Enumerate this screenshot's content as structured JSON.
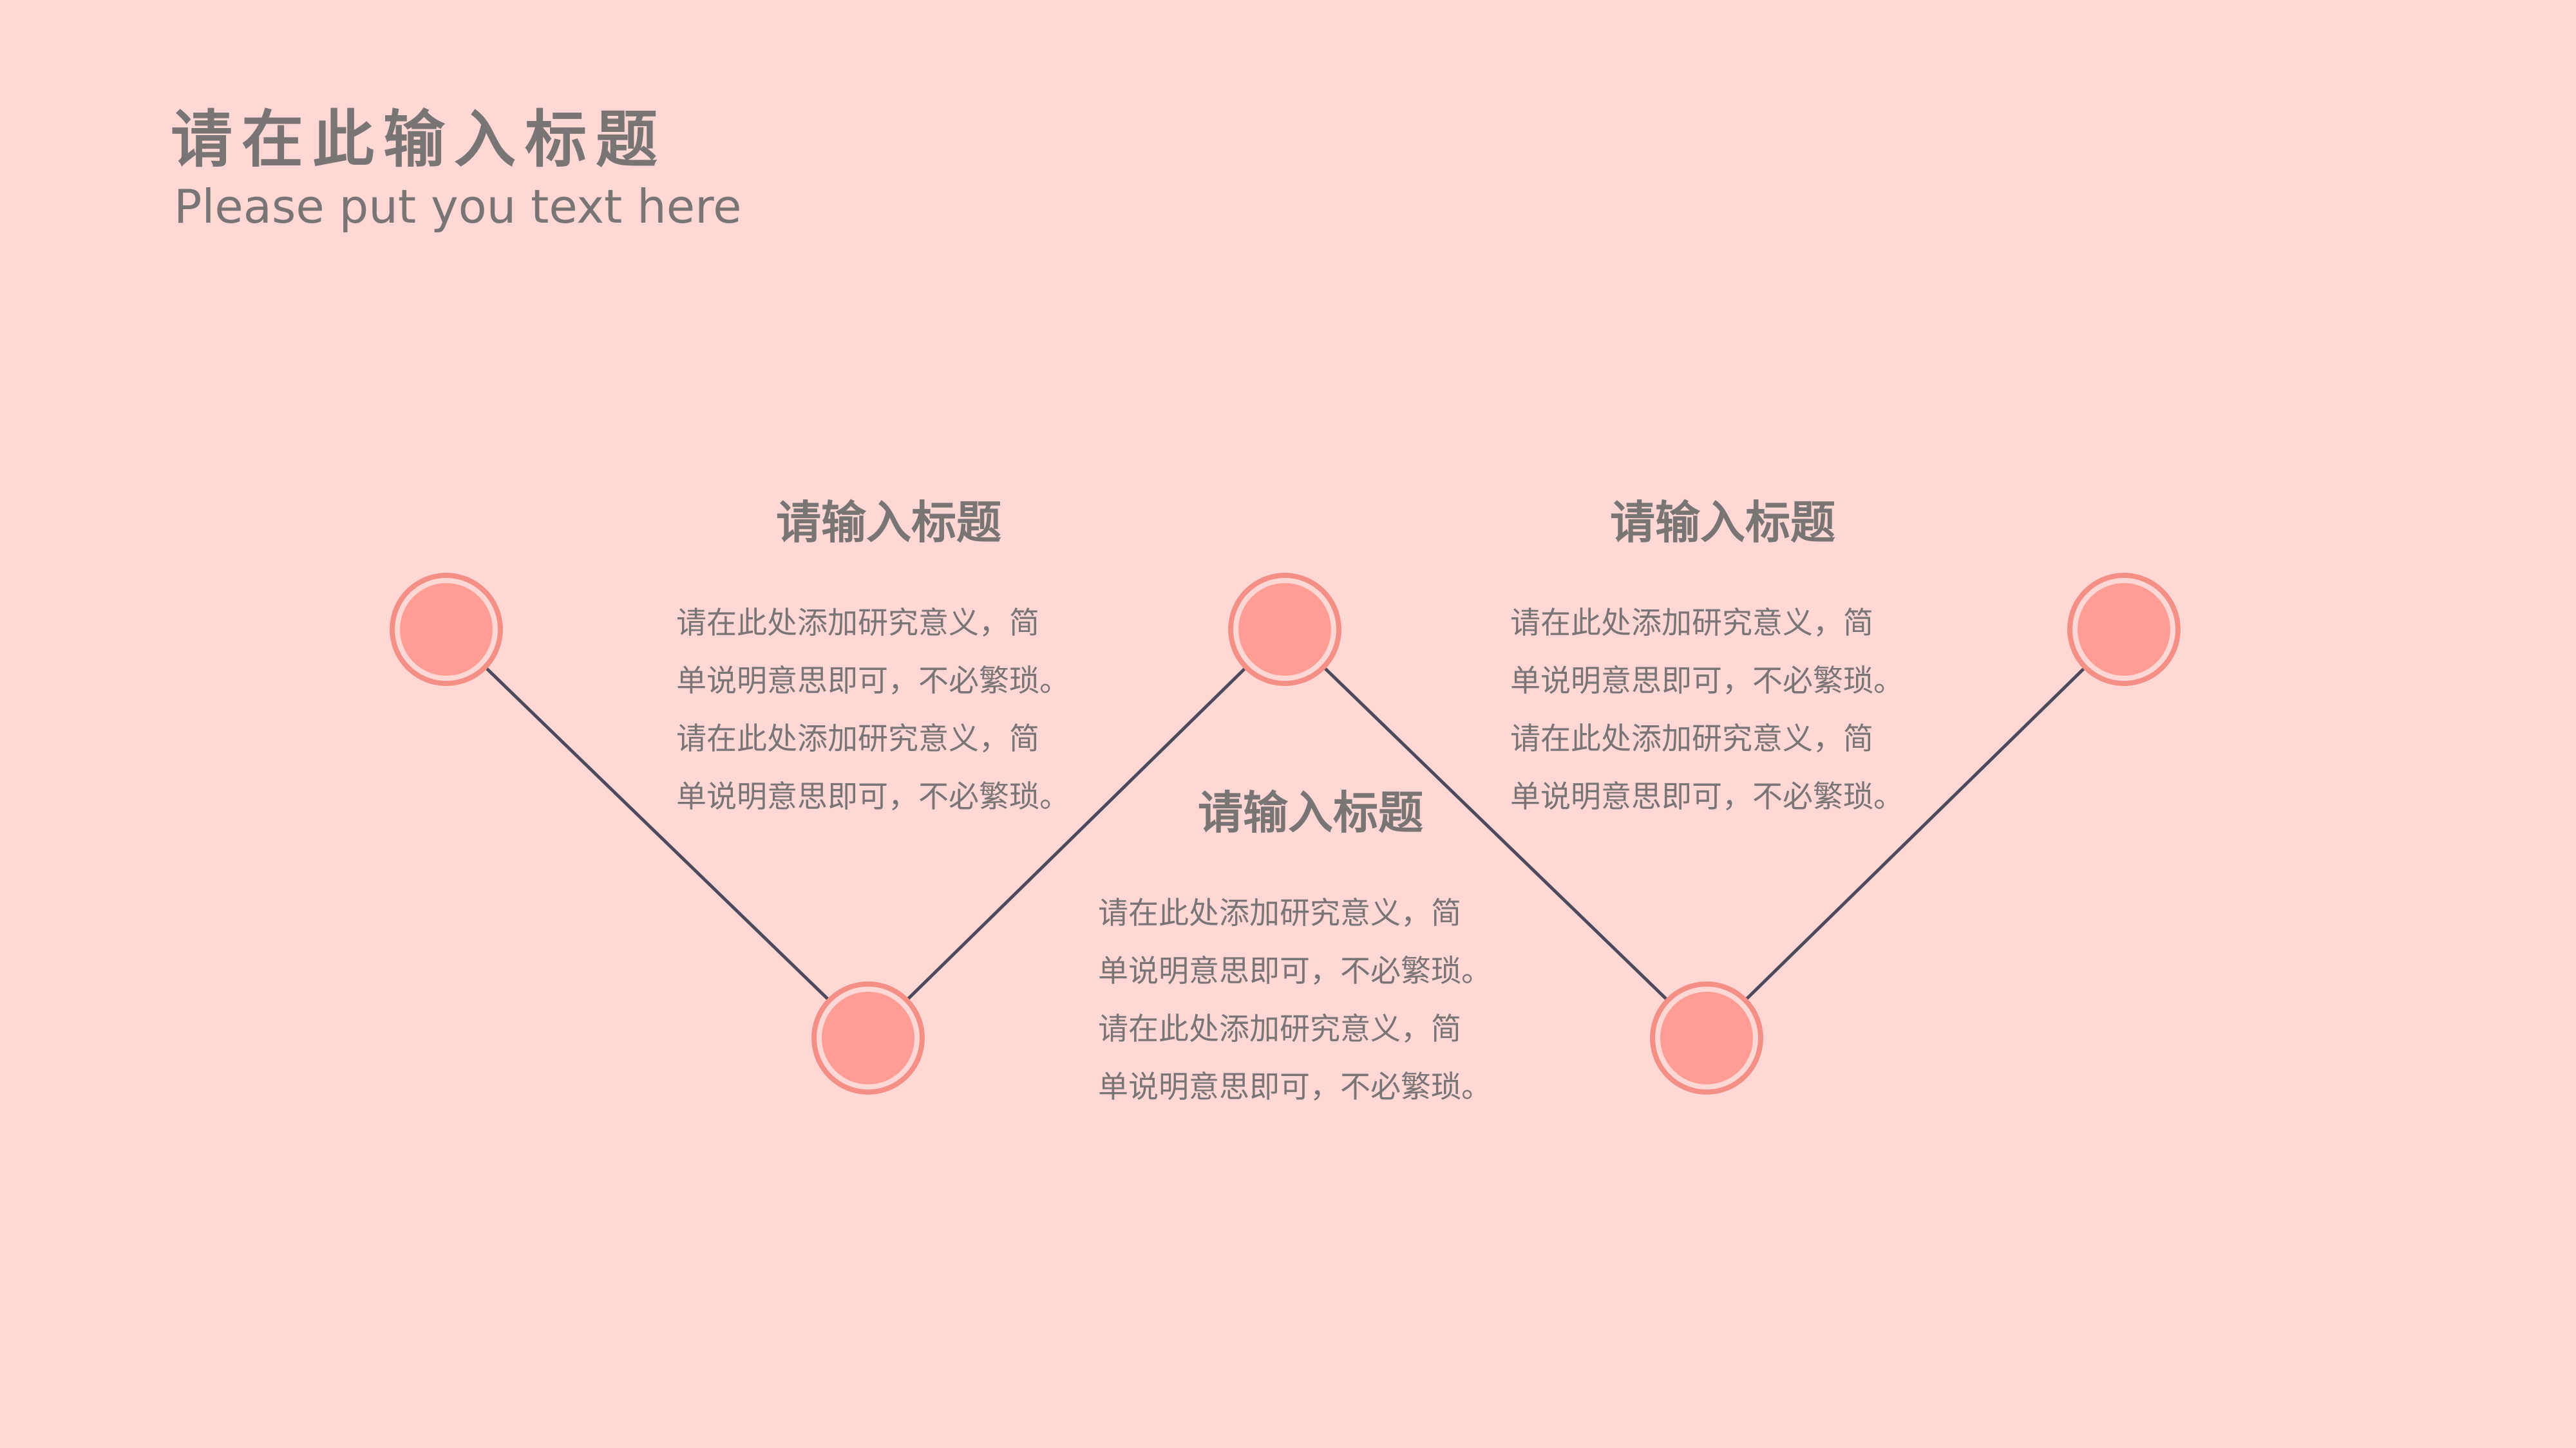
{
  "colors": {
    "background": "#ffd8d5",
    "text": "#7a7575",
    "line": "#4c4a5c",
    "node_fill": "#ff9c93",
    "node_ring": "#f48f86",
    "node_gap": "#ffd8d5"
  },
  "header": {
    "title": "请在此输入标题",
    "subtitle": "Please put you text here"
  },
  "blocks": [
    {
      "heading": "请输入标题",
      "lines": [
        "请在此处添加研究意义，简",
        "单说明意思即可，不必繁琐。",
        "请在此处添加研究意义，简",
        "单说明意思即可，不必繁琐。"
      ]
    },
    {
      "heading": "请输入标题",
      "lines": [
        "请在此处添加研究意义，简",
        "单说明意思即可，不必繁琐。",
        "请在此处添加研究意义，简",
        "单说明意思即可，不必繁琐。"
      ]
    },
    {
      "heading": "请输入标题",
      "lines": [
        "请在此处添加研究意义，简",
        "单说明意思即可，不必繁琐。",
        "请在此处添加研究意义，简",
        "单说明意思即可，不必繁琐。"
      ]
    }
  ]
}
